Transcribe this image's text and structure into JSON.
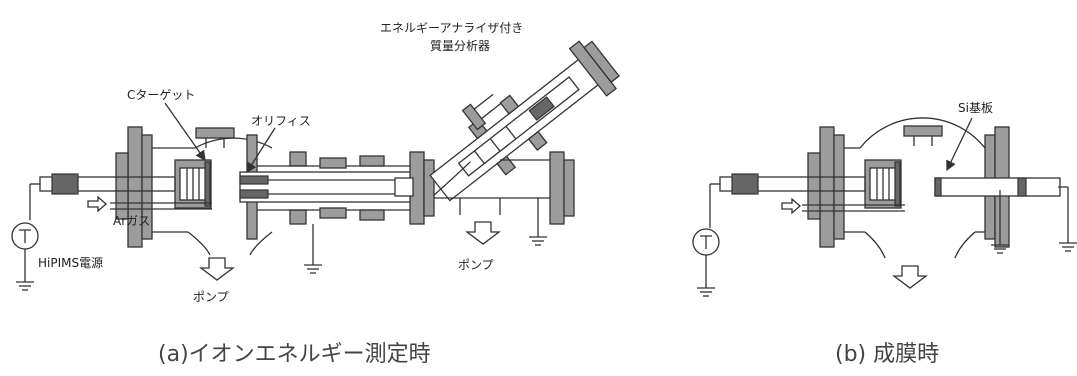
{
  "diagram_a": {
    "label_target": "Cターゲット",
    "label_orifice": "オリフィス",
    "label_analyzer_line1": "エネルギーアナライザ付き",
    "label_analyzer_line2": "質量分析器",
    "label_gas": "Arガス",
    "label_power": "HiPIMS電源",
    "label_pump_left": "ポンプ",
    "label_pump_right": "ポンプ",
    "caption": "(a)イオンエネルギー測定時"
  },
  "diagram_b": {
    "label_substrate": "Si基板",
    "caption": "(b) 成膜時"
  },
  "colors": {
    "flange": "#9c9c9c",
    "line": "#333333",
    "dark": "#666666"
  },
  "icons": [
    "power-supply-symbol",
    "ground-symbol",
    "pump-arrow",
    "gas-arrow"
  ]
}
